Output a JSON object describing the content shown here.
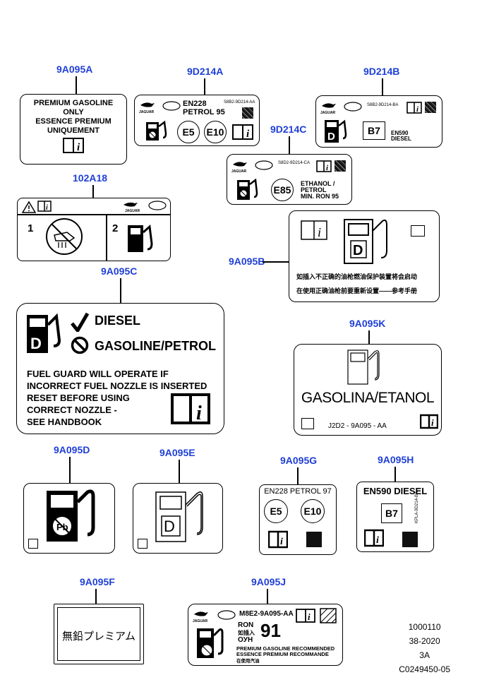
{
  "part_labels": {
    "9A095A": "9A095A",
    "9D214A": "9D214A",
    "9D214B": "9D214B",
    "9D214C": "9D214C",
    "102A18": "102A18",
    "9A095B": "9A095B",
    "9A095C": "9A095C",
    "9A095K": "9A095K",
    "9A095D": "9A095D",
    "9A095E": "9A095E",
    "9A095G": "9A095G",
    "9A095H": "9A095H",
    "9A095F": "9A095F",
    "9A095J": "9A095J"
  },
  "label_9A095A": {
    "line1": "PREMIUM  GASOLINE",
    "line2": "ONLY",
    "line3": "ESSENCE  PREMIUM",
    "line4": "UNIQUEMENT"
  },
  "label_9D214A": {
    "brand1": "JAGUAR",
    "brand2": "LAND ROVER",
    "std": "EN228",
    "fuel": "PETROL 95",
    "code": "S8B2-9D214-AA",
    "e5": "E5",
    "e10": "E10"
  },
  "label_9D214B": {
    "brand1": "JAGUAR",
    "brand2": "LAND ROVER",
    "code": "S8B2-9D214-BA",
    "b7": "B7",
    "std": "EN590",
    "fuel": "DIESEL"
  },
  "label_9D214C": {
    "brand1": "JAGUAR",
    "brand2": "LAND ROVER",
    "code": "S8D2-9D214-CA",
    "e85": "E85",
    "line1": "ETHANOL /",
    "line2": "PETROL",
    "line3": "MIN. RON 95"
  },
  "label_102A18": {
    "brand1": "JAGUAR",
    "brand2": "LAND ROVER",
    "step1": "1",
    "step2": "2"
  },
  "label_9A095B": {
    "cn_line1": "如插入不正确的油枪燃油保护装置将会启动",
    "cn_line2": "在使用正确油枪前要重新设置——参考手册"
  },
  "label_9A095C": {
    "diesel": "DIESEL",
    "gasoline": "GASOLINE/PETROL",
    "line1": "FUEL GUARD WILL OPERATE IF",
    "line2": "INCORRECT FUEL NOZZLE IS INSERTED",
    "line3": "RESET BEFORE USING",
    "line4": "CORRECT NOZZLE -",
    "line5": "SEE HANDBOOK"
  },
  "label_9A095K": {
    "text": "GASOLINA/ETANOL",
    "code": "J2D2 - 9A095 - AA"
  },
  "label_9A095G": {
    "header": "EN228 PETROL 97",
    "e5": "E5",
    "e10": "E10"
  },
  "label_9A095H": {
    "header": "EN590 DIESEL",
    "b7": "B7",
    "code": "KPLA-9D214-BA"
  },
  "label_9A095F": {
    "text": "無鉛プレミアム"
  },
  "label_9A095J": {
    "brand1": "JAGUAR",
    "brand2": "LAND ROVER",
    "code": "M8E2-9A095-AA",
    "ron": "RON",
    "cn": "如插入",
    "oyn": "OУН",
    "number": "91",
    "line1": "PREMIUM GASOLINE RECOMMENDED",
    "line2": "ESSENCE PREMIUM RECOMMANDE",
    "line3": "在使用汽油"
  },
  "reference": {
    "line1": "1000110",
    "line2": "38-2020",
    "line3": "3A",
    "line4": "C0249450-05"
  },
  "colors": {
    "part_label": "#1f3fd6",
    "ink": "#000000"
  }
}
